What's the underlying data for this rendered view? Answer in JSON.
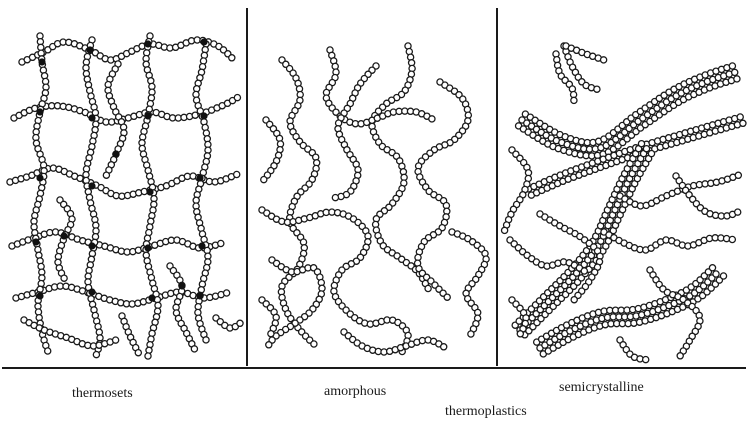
{
  "labels": {
    "thermosets": "thermosets",
    "amorphous": "amorphous",
    "semicrystalline": "semicrystalline",
    "thermoplastics": "thermoplastics"
  },
  "colors": {
    "ink": "#1a1a1a",
    "bead_fill": "#ffffff",
    "crosslink": "#111111"
  },
  "panels": [
    "thermosets",
    "amorphous",
    "semicrystalline"
  ]
}
